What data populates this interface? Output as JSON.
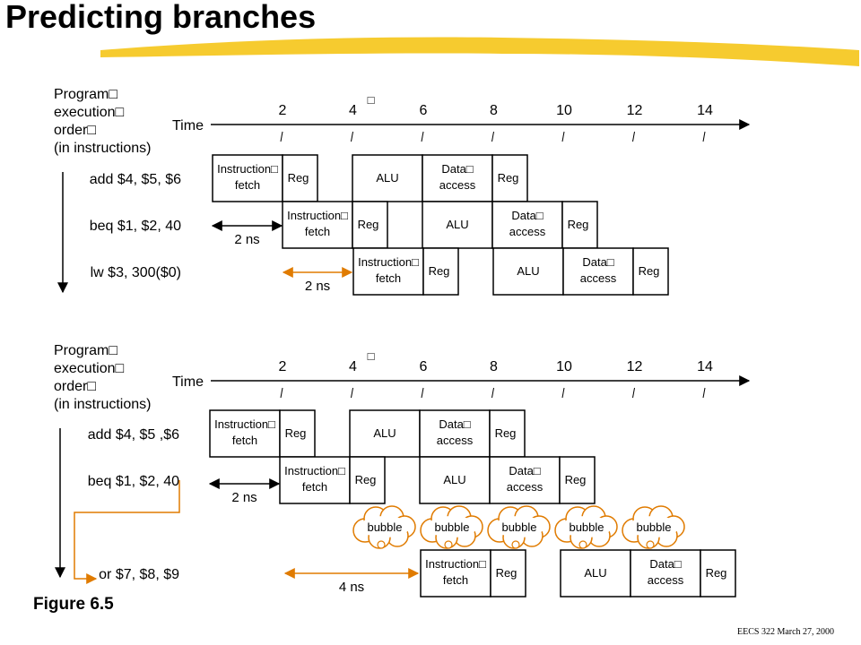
{
  "slide": {
    "title": "Predicting branches",
    "caption": "Figure 6.5",
    "footer": "EECS 322 March 27, 2000",
    "highlight_color": "#f5c518",
    "accent_color": "#e07b00"
  },
  "axis_header": {
    "order_label_lines": [
      "Program□",
      "execution□",
      "order□",
      "(in instructions)"
    ],
    "time_label": "Time",
    "ticks": [
      "2",
      "4",
      "6",
      "8",
      "10",
      "12",
      "14"
    ],
    "tick_marker": "□"
  },
  "stage_labels": {
    "fetch": [
      "Instruction□",
      "fetch"
    ],
    "reg": "Reg",
    "alu": "ALU",
    "mem": [
      "Data□",
      "access"
    ]
  },
  "diagrams": [
    {
      "instructions": [
        {
          "text": "add $4, $5, $6",
          "branch": false
        },
        {
          "text": "beq $1, $2, 40",
          "branch": true
        },
        {
          "text": "lw $3, 300($0)",
          "branch": false
        }
      ],
      "intervals": [
        {
          "label": "2 ns",
          "orange": false
        },
        {
          "label": "2 ns",
          "orange": true
        }
      ]
    },
    {
      "instructions": [
        {
          "text": "add $4, $5 ,$6",
          "branch": false
        },
        {
          "text": "beq $1, $2, 40",
          "branch": true
        },
        {
          "text": "or $7, $8, $9",
          "branch": true
        }
      ],
      "intervals": [
        {
          "label": "2 ns",
          "orange": false
        },
        {
          "label": "4 ns",
          "orange": true
        }
      ],
      "bubble_label": "bubble",
      "bubble_count": 5
    }
  ]
}
